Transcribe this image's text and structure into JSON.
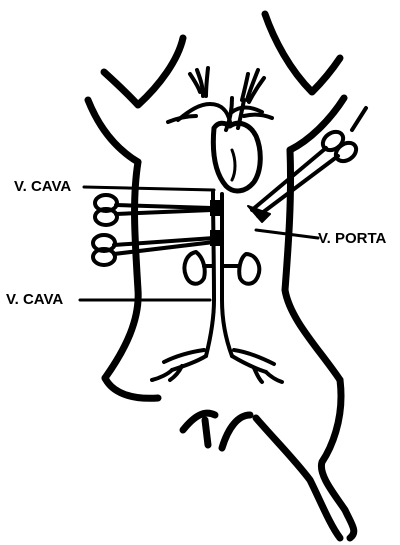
{
  "figure": {
    "labels": {
      "vena_cava_upper": "V. CAVA",
      "vena_porta": "V. PORTA",
      "vena_cava_lower": "V. CAVA"
    },
    "colors": {
      "ink": "#000000",
      "background": "#ffffff"
    },
    "icons": {
      "upper_clamp": "scissors-clamp-icon",
      "lower_clamp": "scissors-clamp-icon",
      "portal_clamp": "scissors-clamp-icon"
    }
  }
}
